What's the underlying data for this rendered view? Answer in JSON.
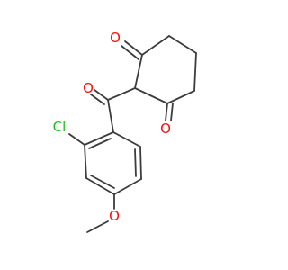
{
  "molecule": {
    "atoms": {
      "o_top": "O",
      "o_ketone": "O",
      "o_right": "O",
      "cl": "Cl",
      "o_methoxy": "O"
    },
    "colors": {
      "bond": "#3c3c3c",
      "oxygen": "#ff0d0d",
      "chlorine": "#1fbf1f",
      "background": "#ffffff"
    }
  }
}
